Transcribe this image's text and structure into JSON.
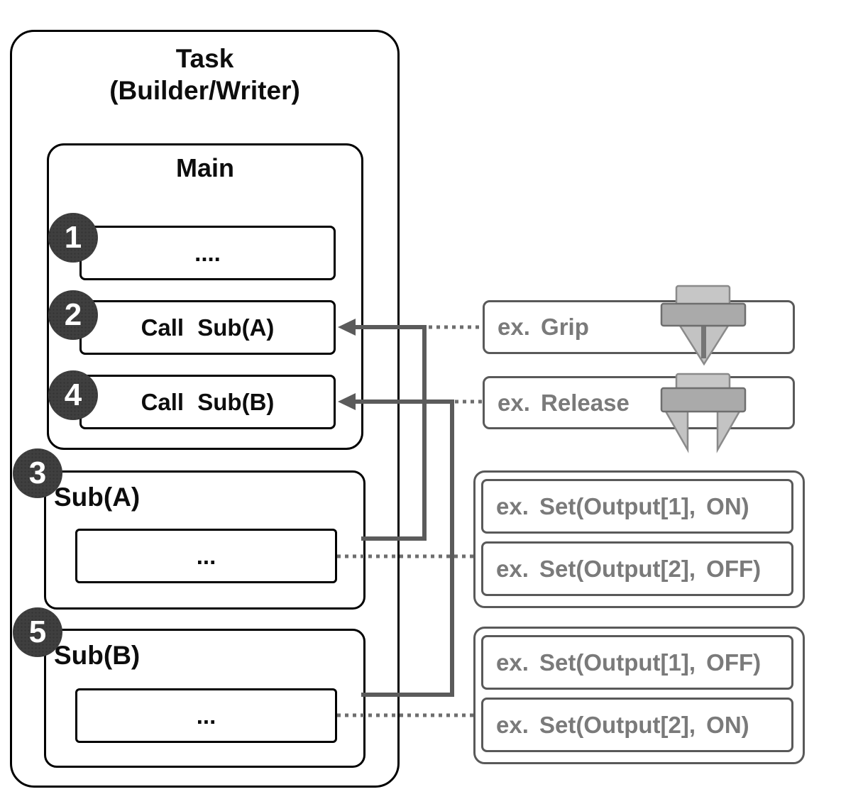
{
  "task": {
    "title_line1": "Task",
    "title_line2": "(Builder/Writer)",
    "main": {
      "title": "Main",
      "steps": [
        {
          "badge": "1",
          "label": "...."
        },
        {
          "badge": "2",
          "label": "Call Sub(A)"
        },
        {
          "badge": "4",
          "label": "Call Sub(B)"
        }
      ]
    },
    "subs": [
      {
        "badge": "3",
        "title": "Sub(A)",
        "body": "..."
      },
      {
        "badge": "5",
        "title": "Sub(B)",
        "body": "..."
      }
    ]
  },
  "examples": {
    "grip_label": "ex. Grip",
    "release_label": "ex. Release",
    "grip_icon": "gripper-closed-icon",
    "release_icon": "gripper-open-icon",
    "sub_a_group": [
      "ex. Set(Output[1], ON)",
      "ex. Set(Output[2], OFF)"
    ],
    "sub_b_group": [
      "ex. Set(Output[1], OFF)",
      "ex. Set(Output[2], ON)"
    ]
  },
  "colors": {
    "box_border": "#000000",
    "gray_border": "#595959",
    "muted_text": "#7a7a7a",
    "connector": "#5b5b5b",
    "dotted": "#6e6e6e",
    "badge_bg": "#3f3f3f",
    "icon_light": "#c3c3c3",
    "icon_mid": "#aaaaaa"
  }
}
